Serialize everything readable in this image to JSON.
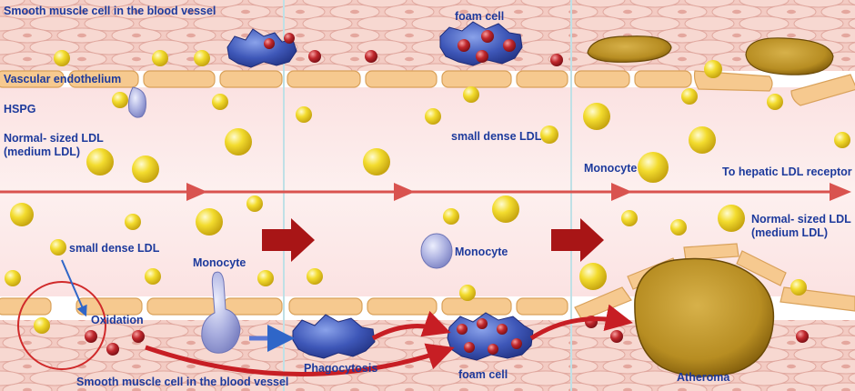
{
  "labels": {
    "smc_top": "Smooth muscle cell in the blood vessel",
    "foam_top": "foam cell",
    "vascular_endothelium": "Vascular endothelium",
    "hspg": "HSPG",
    "normal_ldl_left_l1": "Normal- sized LDL",
    "normal_ldl_left_l2": "(medium LDL)",
    "small_dense_mid": "small dense LDL",
    "monocyte_right_top": "Monocyte",
    "hepatic": "To hepatic LDL receptor",
    "normal_ldl_right_l1": "Normal- sized LDL",
    "normal_ldl_right_l2": "(medium LDL)",
    "small_dense_left": "small dense LDL",
    "monocyte_left": "Monocyte",
    "monocyte_mid": "Monocyte",
    "oxidation": "Oxidation",
    "smc_bottom": "Smooth muscle cell in the blood vessel",
    "phagocytosis": "Phagocytosis",
    "foam_bottom": "foam cell",
    "atheroma": "Atheroma"
  },
  "colors": {
    "lumen": "#fbe6e6",
    "wall": "#f2c4bc",
    "endothelium": "#f6c98f",
    "ldl": "#f3dc2e",
    "monocyte": "#a9aedf",
    "foam_cell": "#3e57b8",
    "oxidized_ldl": "#c0282d",
    "flow_arrow": "#d9534f",
    "progress_arrow": "#a81516",
    "atheroma": "#c29a2c",
    "label": "#1d3a9c"
  }
}
